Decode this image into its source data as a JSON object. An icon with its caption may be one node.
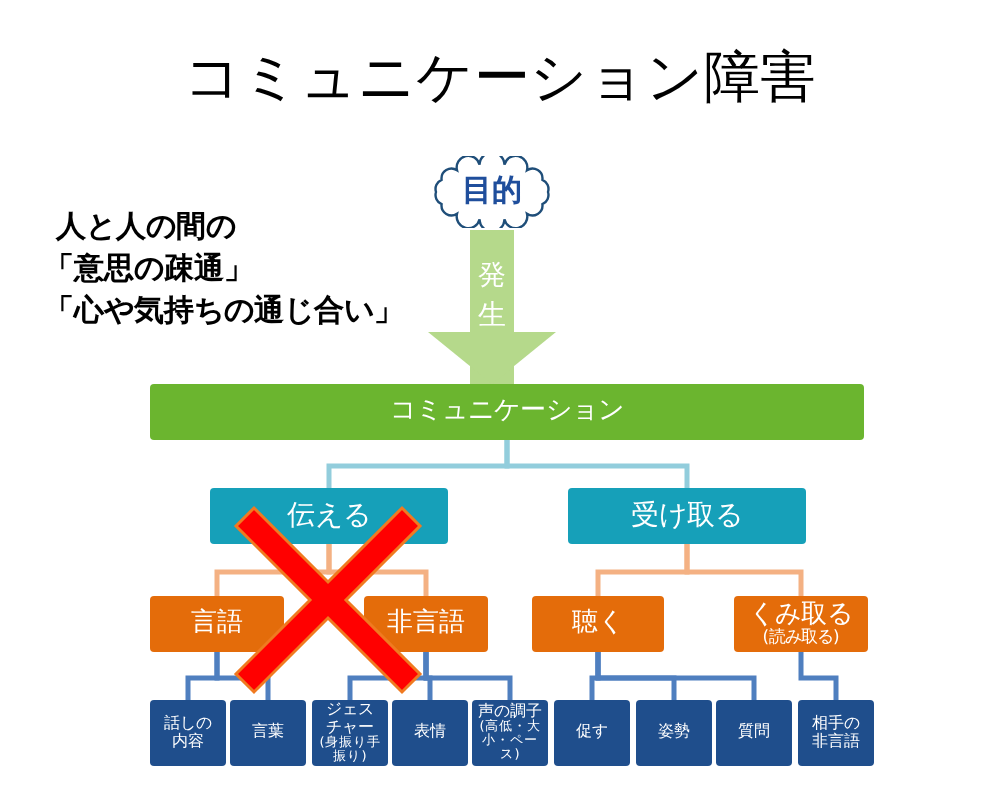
{
  "diagram": {
    "title": "コミュニケーション障害",
    "nodes": [
      {
        "text": [
          "目的"
        ]
      },
      {
        "text": [
          "コミュニケーション"
        ]
      },
      {
        "text": [
          "伝える"
        ]
      },
      {
        "text": [
          "受け取る"
        ]
      },
      {
        "text": [
          "言語"
        ]
      },
      {
        "text": [
          "非言語"
        ]
      },
      {
        "text": [
          "聴く"
        ]
      },
      {
        "text": [
          "くみ取る",
          "(読み取る)"
        ]
      },
      {
        "text": [
          "話しの内容"
        ]
      },
      {
        "text": [
          "言葉"
        ]
      },
      {
        "text": [
          "ジェスチャー",
          "(身振り手振り)"
        ]
      },
      {
        "text": [
          "表情"
        ]
      },
      {
        "text": [
          "声の調子",
          "(高低・大小・ペース)"
        ]
      },
      {
        "text": [
          "促す"
        ]
      },
      {
        "text": [
          "姿勢"
        ]
      },
      {
        "text": [
          "質問"
        ]
      },
      {
        "text": [
          "相手の非言語"
        ]
      }
    ],
    "edges": [
      {
        "from": 0,
        "to": 1,
        "arrow": "to",
        "label": "発生",
        "style": "thick",
        "color": "#b5d98b"
      },
      {
        "from": 1,
        "to": 2,
        "arrow": "none",
        "color": "#92cddc"
      },
      {
        "from": 1,
        "to": 3,
        "arrow": "none",
        "color": "#92cddc"
      },
      {
        "from": 2,
        "to": 4,
        "arrow": "none",
        "color": "#f4b183"
      },
      {
        "from": 2,
        "to": 5,
        "arrow": "none",
        "color": "#f4b183"
      },
      {
        "from": 3,
        "to": 6,
        "arrow": "none",
        "color": "#f4b183"
      },
      {
        "from": 3,
        "to": 7,
        "arrow": "none",
        "color": "#f4b183"
      },
      {
        "from": 4,
        "to": 8,
        "arrow": "none"
      },
      {
        "from": 4,
        "to": 9,
        "arrow": "none"
      },
      {
        "from": 5,
        "to": 10,
        "arrow": "none"
      },
      {
        "from": 5,
        "to": 11,
        "arrow": "none"
      },
      {
        "from": 5,
        "to": 12,
        "arrow": "none"
      },
      {
        "from": 6,
        "to": 13,
        "arrow": "none"
      },
      {
        "from": 6,
        "to": 14,
        "arrow": "none"
      },
      {
        "from": 6,
        "to": 15,
        "arrow": "none"
      },
      {
        "from": 7,
        "to": 16,
        "arrow": "none"
      }
    ],
    "labels": [
      "人と人の間の",
      "「意思の疎通」",
      "「心や気持ちの通じ合い」"
    ]
  }
}
